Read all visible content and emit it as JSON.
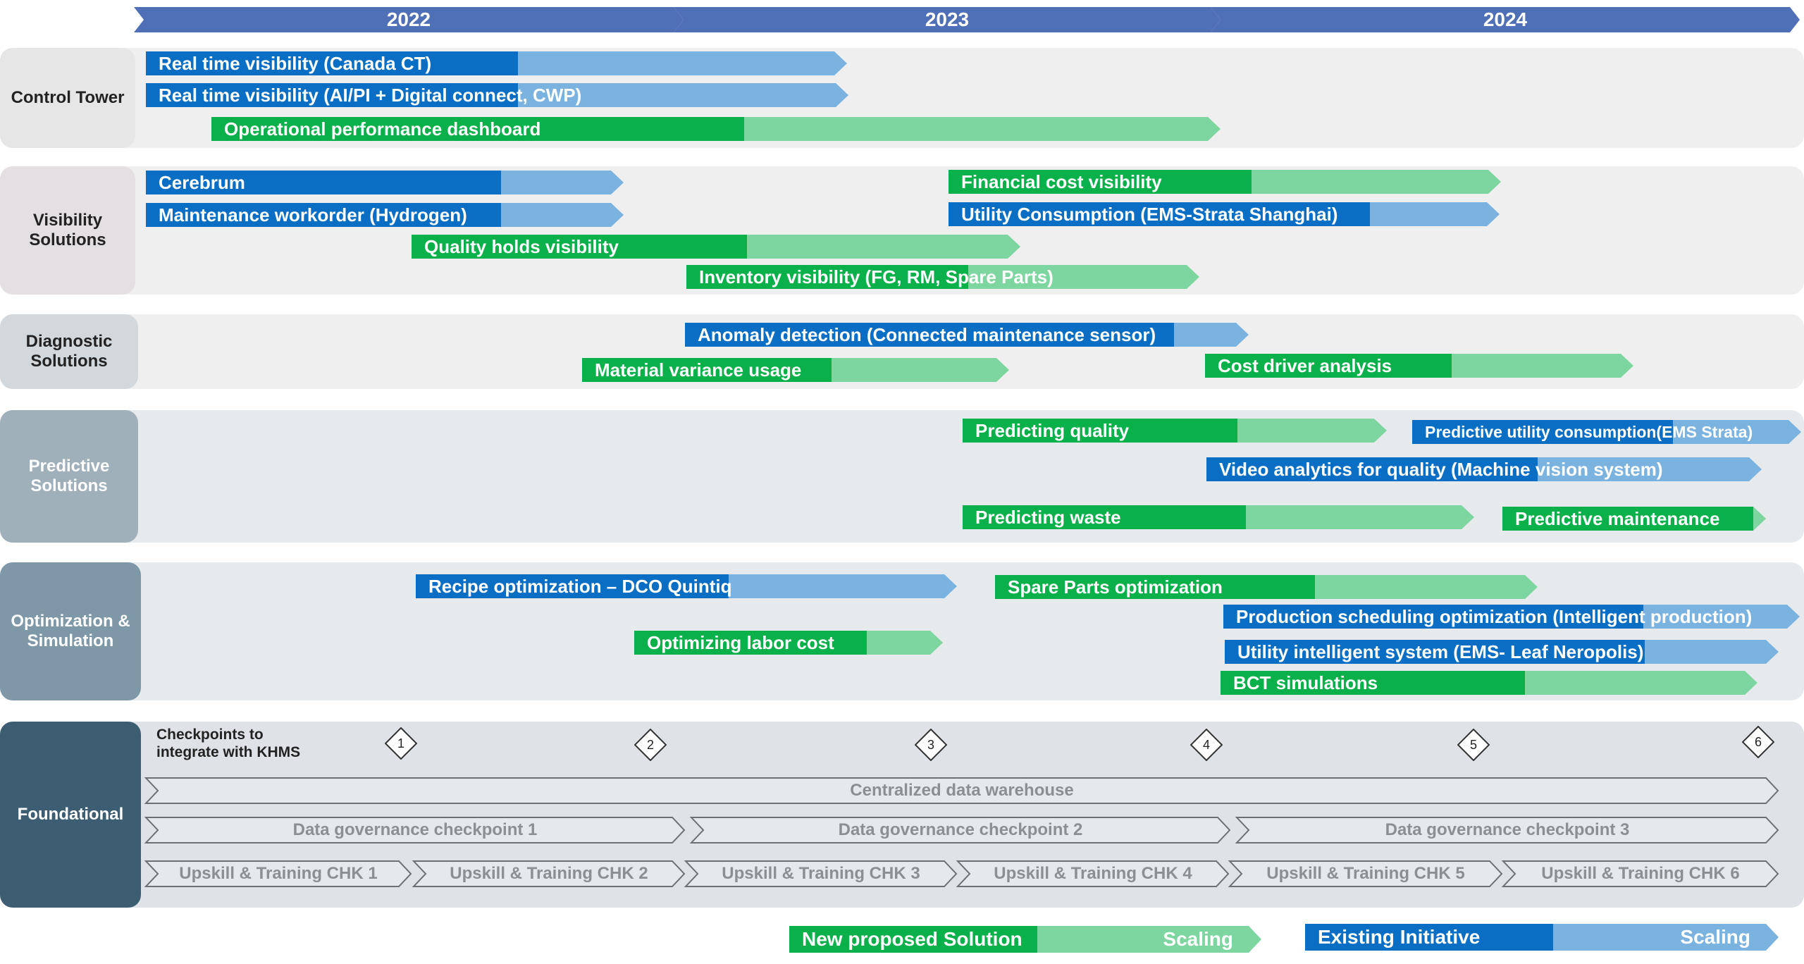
{
  "years": [
    "2022",
    "2023",
    "2024"
  ],
  "categories": {
    "control_tower": "Control Tower",
    "visibility": "Visibility Solutions",
    "diagnostic": "Diagnostic Solutions",
    "predictive": "Predictive Solutions",
    "optimization": "Optimization & Simulation",
    "foundational": "Foundational"
  },
  "initiatives": {
    "rt_canada": "Real time visibility (Canada CT)",
    "rt_aipi": "Real time visibility (AI/PI + Digital connect, CWP)",
    "op_dashboard": "Operational performance dashboard",
    "cerebrum": "Cerebrum",
    "maint_workorder": "Maintenance workorder (Hydrogen)",
    "quality_holds": "Quality holds visibility",
    "inventory": "Inventory visibility (FG, RM, Spare Parts)",
    "financial_cost": "Financial cost visibility",
    "utility_consumption": "Utility Consumption (EMS-Strata Shanghai)",
    "anomaly": "Anomaly detection (Connected maintenance sensor)",
    "material_variance": "Material variance usage",
    "cost_driver": "Cost driver analysis",
    "predicting_quality": "Predicting quality",
    "predictive_utility": "Predictive utility consumption(EMS Strata)",
    "video_analytics": "Video analytics for quality (Machine vision system)",
    "predicting_waste": "Predicting waste",
    "predictive_maintenance": "Predictive maintenance",
    "recipe": "Recipe optimization – DCO Quintiq",
    "spare_parts": "Spare Parts optimization",
    "production_scheduling": "Production scheduling optimization (Intelligent production)",
    "labor_cost": "Optimizing labor cost",
    "utility_intelligent": "Utility intelligent system (EMS- Leaf Neropolis)",
    "bct": "BCT simulations"
  },
  "foundational": {
    "checkpoints_label": "Checkpoints to integrate with KHMS",
    "checkpoints": [
      "1",
      "2",
      "3",
      "4",
      "5",
      "6"
    ],
    "warehouse": "Centralized data warehouse",
    "governance": [
      "Data governance checkpoint 1",
      "Data governance checkpoint 2",
      "Data governance checkpoint 3"
    ],
    "upskill": [
      "Upskill & Training CHK 1",
      "Upskill & Training CHK 2",
      "Upskill & Training CHK 3",
      "Upskill & Training CHK 4",
      "Upskill & Training CHK 5",
      "Upskill & Training CHK 6"
    ]
  },
  "legend": {
    "new": "New proposed Solution",
    "new_scaling": "Scaling",
    "existing": "Existing Initiative",
    "existing_scaling": "Scaling"
  },
  "colors": {
    "existing_dark": "#0a6ec4",
    "existing_light": "#7ab2e0",
    "new_dark": "#0ab04a",
    "new_light": "#7dd6a0",
    "year_bar": "#4f6fb7"
  }
}
